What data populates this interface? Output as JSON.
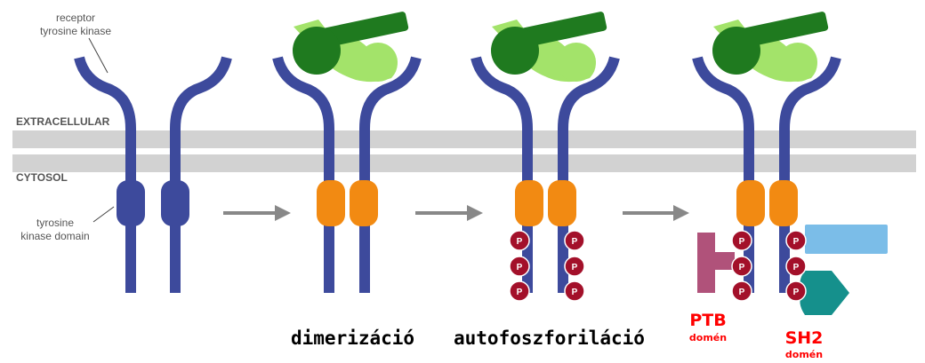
{
  "labels": {
    "receptor_line1": "receptor",
    "receptor_line2": "tyrosine kinase",
    "extracellular": "EXTRACELLULAR",
    "cytosol": "CYTOSOL",
    "kinase_line1": "tyrosine",
    "kinase_line2": "kinase domain"
  },
  "steps": {
    "dimerization": "dimerizáció",
    "autophosphorylation": "autofoszforiláció"
  },
  "domains": {
    "ptb": "PTB",
    "ptb_sub": "domén",
    "sh2": "SH2",
    "sh2_sub": "domén"
  },
  "phospho_label": "P",
  "colors": {
    "receptor": "#3d4a9c",
    "membrane": "#d2d2d2",
    "kinase_inactive": "#3d4a9c",
    "kinase_active": "#f28a12",
    "ligand_dark": "#1f7a1f",
    "ligand_light": "#a3e36a",
    "phosphate": "#a3102a",
    "ptb_protein": "#b0527a",
    "sh2_protein_blue": "#7bbde8",
    "sh2_protein_teal": "#15908c",
    "domain_text": "#ff0000",
    "arrow": "#888888"
  }
}
